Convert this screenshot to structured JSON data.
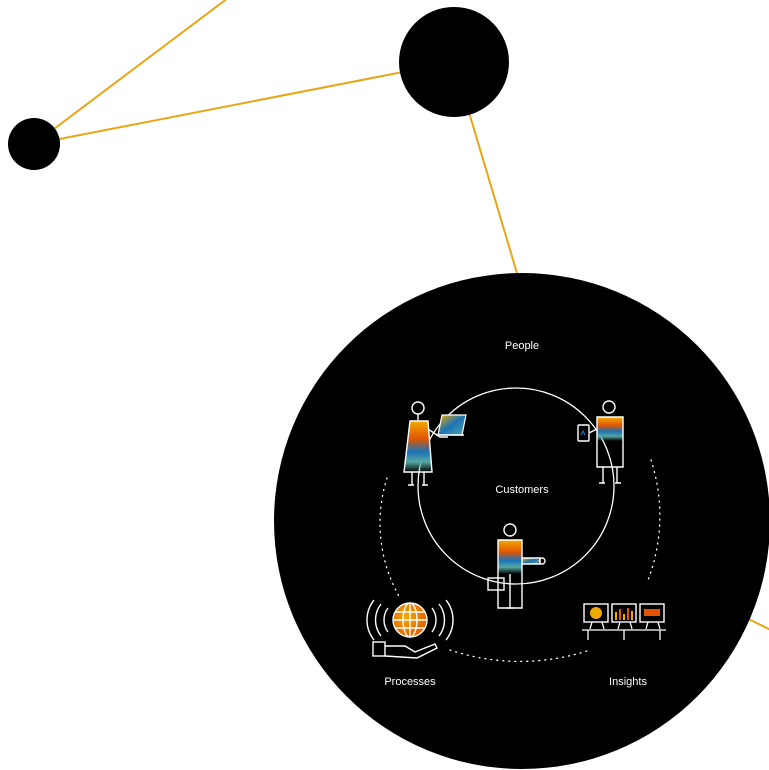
{
  "labels": {
    "top": "People",
    "center": "Customers",
    "bottom_left": "Processes",
    "bottom_right": "Insights"
  },
  "colors": {
    "line": "#E8A617",
    "node": "#000000",
    "stroke": "#ffffff",
    "gradient_top": "#F0AB00",
    "gradient_mid": "#E35500",
    "gradient_blue": "#1A73B8",
    "gradient_teal": "#55A7A0"
  },
  "icons": [
    "person-laptop-icon",
    "person-tablet-icon",
    "person-briefcase-icon",
    "globe-hand-icon",
    "dashboard-monitors-icon"
  ]
}
